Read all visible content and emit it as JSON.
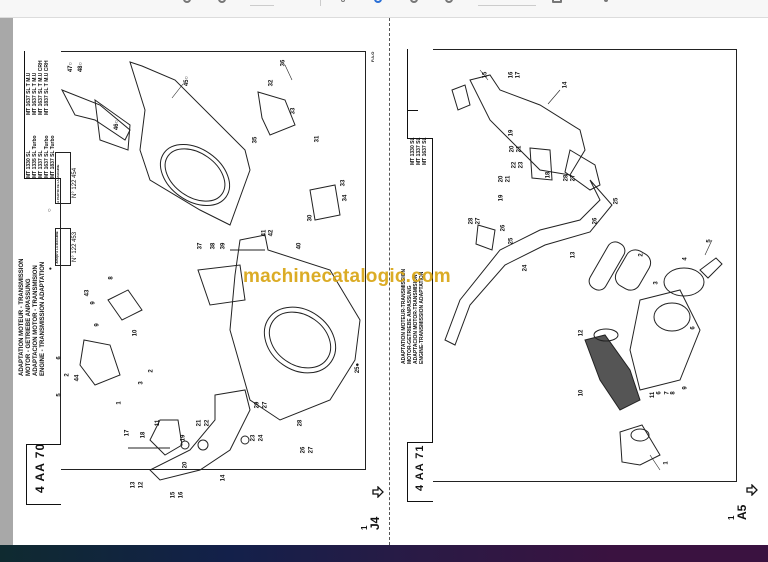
{
  "viewer": {
    "toolbar_visible": "partially cropped",
    "background": "#ffffff",
    "gutter_color": "#a8a8a8",
    "taskbar_colors": [
      "#0f2a30",
      "#13204a",
      "#2a1a45",
      "#3a1240"
    ]
  },
  "watermark": {
    "text": "machinecatalogic.com",
    "color": "#d9a514"
  },
  "left_page": {
    "page_id": "4 AA 70",
    "corner_code": "P.A.O",
    "footer_num": "1",
    "footer_code": "J4",
    "title_lines": [
      "ADAPTATION MOTEUR - TRANSMISSION",
      "MOTOR - GETRIEBE ANPASSUNG",
      "ADAPTACION MOTOR - TRANSMISION",
      "ENGINE - TRANSMISSION ADAPTATION"
    ],
    "models_a": [
      "MT 1330 SL",
      "MT 1335 SL Turbo",
      "MT 1337 SL",
      "MT 1637 SL Turbo",
      "MT 1837 SL Turbo"
    ],
    "models_b": [
      "MT 1637 SL T M.U",
      "MT 1637 SL T M.U",
      "MT 1637 SL T M.U CRH",
      "MT 1837 SL T M.U CRH"
    ],
    "serial_before": {
      "symbol": "•",
      "text": [
        "JUSQU'A LA MACHINE",
        "BIS ZUM MASCHINE",
        "HASTA LA MAQUINA",
        "UP TO MACHINE"
      ],
      "number": "N° 122 453"
    },
    "serial_after": {
      "symbol": "○",
      "text": [
        "A PARTIR DE LA MACHINE",
        "AB DER MASCHINE",
        "A PARTIR DE LA MAQUINA",
        "FROM MACHINE"
      ],
      "number": "N° 122 454"
    },
    "callouts": [
      "1",
      "2",
      "3",
      "4",
      "5",
      "6",
      "8",
      "9",
      "10",
      "11",
      "12",
      "13",
      "14",
      "15",
      "16",
      "17",
      "18",
      "19",
      "20",
      "21",
      "22",
      "23",
      "24",
      "25",
      "26",
      "27",
      "28",
      "29",
      "30",
      "31",
      "32",
      "33",
      "34",
      "35",
      "36",
      "37",
      "38",
      "39",
      "40",
      "41",
      "42",
      "43",
      "44",
      "45",
      "46",
      "47",
      "48"
    ]
  },
  "right_page": {
    "page_id": "4 AA 71",
    "footer_num": "1",
    "footer_code": "A5",
    "title_lines": [
      "ADAPTATION MOTEUR-TRANSMISSION",
      "MOTOR-GETRIEBE ANPASSUNG",
      "ADAPTACION MOTOR-TRANSMISION",
      "ENGINE-TRANSMISSION ADAPTATION"
    ],
    "models": [
      "MT 1330 SL",
      "MT 1337 SL",
      "MT 1637 SL"
    ],
    "callouts": [
      "1",
      "2",
      "3",
      "4",
      "5",
      "6",
      "7",
      "8",
      "9",
      "10",
      "11",
      "12",
      "13",
      "14",
      "15",
      "16",
      "17",
      "18",
      "19",
      "20",
      "21",
      "22",
      "23",
      "24",
      "25",
      "26",
      "27",
      "28"
    ]
  }
}
